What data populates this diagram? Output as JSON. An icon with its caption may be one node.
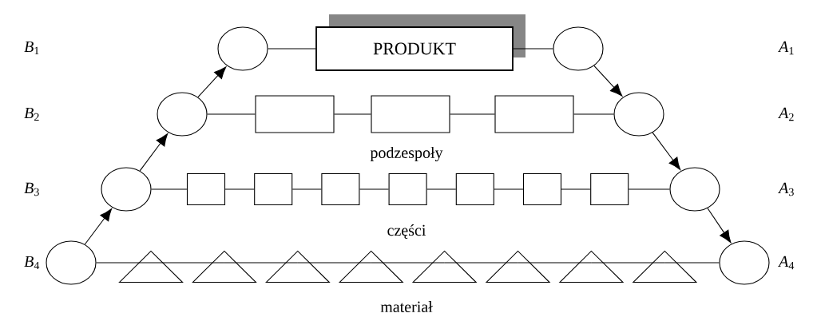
{
  "diagram": {
    "nodes": [
      {
        "text": [],
        "shape": "circle"
      },
      {
        "text": [
          "PRODUKT"
        ]
      },
      {
        "text": [],
        "shape": "circle"
      },
      {
        "text": [],
        "shape": "circle"
      },
      {
        "text": [],
        "shape": "box"
      },
      {
        "text": [],
        "shape": "box"
      },
      {
        "text": [],
        "shape": "box"
      },
      {
        "text": [],
        "shape": "circle"
      },
      {
        "text": [],
        "shape": "circle"
      },
      {
        "text": [],
        "shape": "box"
      },
      {
        "text": [],
        "shape": "box"
      },
      {
        "text": [],
        "shape": "box"
      },
      {
        "text": [],
        "shape": "box"
      },
      {
        "text": [],
        "shape": "box"
      },
      {
        "text": [],
        "shape": "box"
      },
      {
        "text": [],
        "shape": "box"
      },
      {
        "text": [],
        "shape": "circle"
      },
      {
        "text": [],
        "shape": "circle"
      },
      {
        "text": [],
        "shape": "triangle"
      },
      {
        "text": [],
        "shape": "triangle"
      },
      {
        "text": [],
        "shape": "triangle"
      },
      {
        "text": [],
        "shape": "triangle"
      },
      {
        "text": [],
        "shape": "triangle"
      },
      {
        "text": [],
        "shape": "triangle"
      },
      {
        "text": [],
        "shape": "triangle"
      },
      {
        "text": [],
        "shape": "triangle"
      },
      {
        "text": [],
        "shape": "circle"
      }
    ],
    "edges": [
      {
        "from": 0,
        "to": 1,
        "arrow": "none"
      },
      {
        "from": 1,
        "to": 2,
        "arrow": "none"
      },
      {
        "from": 3,
        "to": 4,
        "arrow": "none"
      },
      {
        "from": 4,
        "to": 5,
        "arrow": "none"
      },
      {
        "from": 5,
        "to": 6,
        "arrow": "none"
      },
      {
        "from": 6,
        "to": 7,
        "arrow": "none"
      },
      {
        "from": 8,
        "to": 9,
        "arrow": "none"
      },
      {
        "from": 9,
        "to": 10,
        "arrow": "none"
      },
      {
        "from": 10,
        "to": 11,
        "arrow": "none"
      },
      {
        "from": 11,
        "to": 12,
        "arrow": "none"
      },
      {
        "from": 12,
        "to": 13,
        "arrow": "none"
      },
      {
        "from": 13,
        "to": 14,
        "arrow": "none"
      },
      {
        "from": 14,
        "to": 15,
        "arrow": "none"
      },
      {
        "from": 15,
        "to": 16,
        "arrow": "none"
      },
      {
        "from": 17,
        "to": 18,
        "arrow": "none"
      },
      {
        "from": 18,
        "to": 19,
        "arrow": "none"
      },
      {
        "from": 19,
        "to": 20,
        "arrow": "none"
      },
      {
        "from": 20,
        "to": 21,
        "arrow": "none"
      },
      {
        "from": 21,
        "to": 22,
        "arrow": "none"
      },
      {
        "from": 22,
        "to": 23,
        "arrow": "none"
      },
      {
        "from": 23,
        "to": 24,
        "arrow": "none"
      },
      {
        "from": 24,
        "to": 25,
        "arrow": "none"
      },
      {
        "from": 25,
        "to": 26,
        "arrow": "none"
      },
      {
        "from": 17,
        "to": 8,
        "arrow": "to"
      },
      {
        "from": 8,
        "to": 3,
        "arrow": "to"
      },
      {
        "from": 3,
        "to": 0,
        "arrow": "to"
      },
      {
        "from": 2,
        "to": 7,
        "arrow": "to"
      },
      {
        "from": 7,
        "to": 16,
        "arrow": "to"
      },
      {
        "from": 16,
        "to": 26,
        "arrow": "to"
      }
    ],
    "labels": [
      "*B*$_{1}$",
      "*A*$_{1}$",
      "*B*$_{2}$",
      "*A*$_{2}$",
      "podzespoły",
      "*B*$_{3}$",
      "*A*$_{3}$",
      "części",
      "*B*$_{4}$",
      "*A*$_{4}$",
      "materiał"
    ]
  }
}
